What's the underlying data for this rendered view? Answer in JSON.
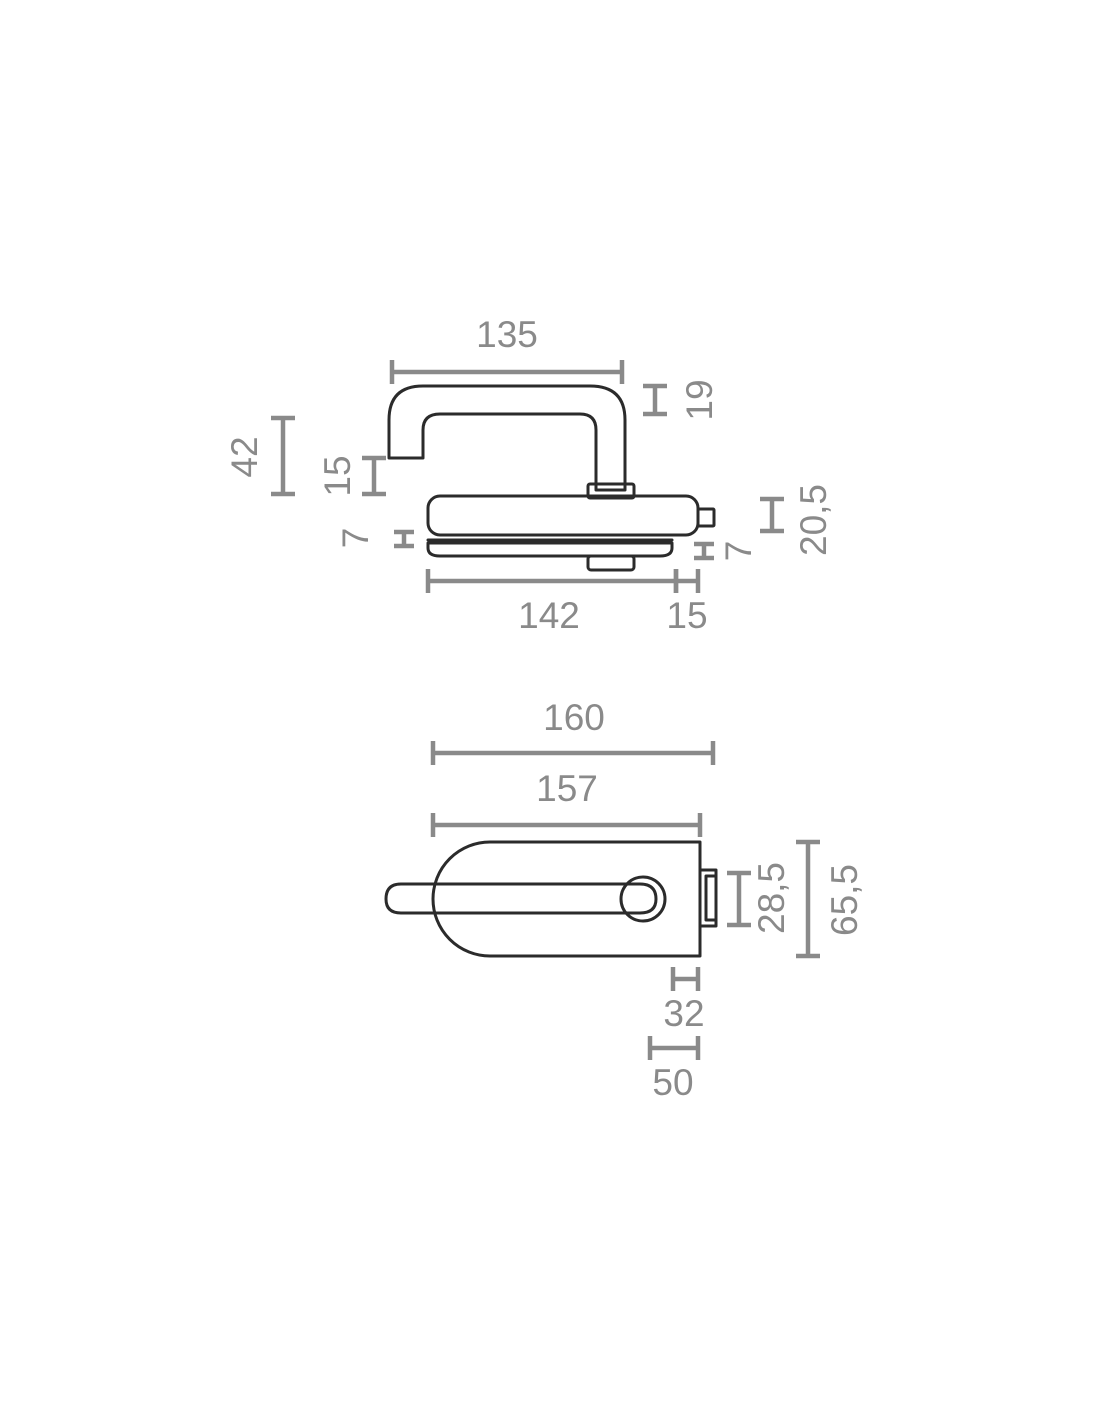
{
  "colors": {
    "dimension": "#8a8a8a",
    "outline": "#2b2b2b",
    "background": "#ffffff"
  },
  "side_view": {
    "handle_width": "135",
    "handle_height": "42",
    "lever_thickness": "15",
    "lever_top_thickness": "19",
    "plate_thickness_left": "7",
    "plate_thickness_right": "7",
    "lock_body_height": "20,5",
    "plate_length": "142",
    "latch_depth": "15"
  },
  "front_view": {
    "overall_length": "160",
    "plate_length": "157",
    "latch_height": "28,5",
    "plate_height": "65,5",
    "rosette_offset": "32",
    "plate_edge_offset": "50"
  }
}
